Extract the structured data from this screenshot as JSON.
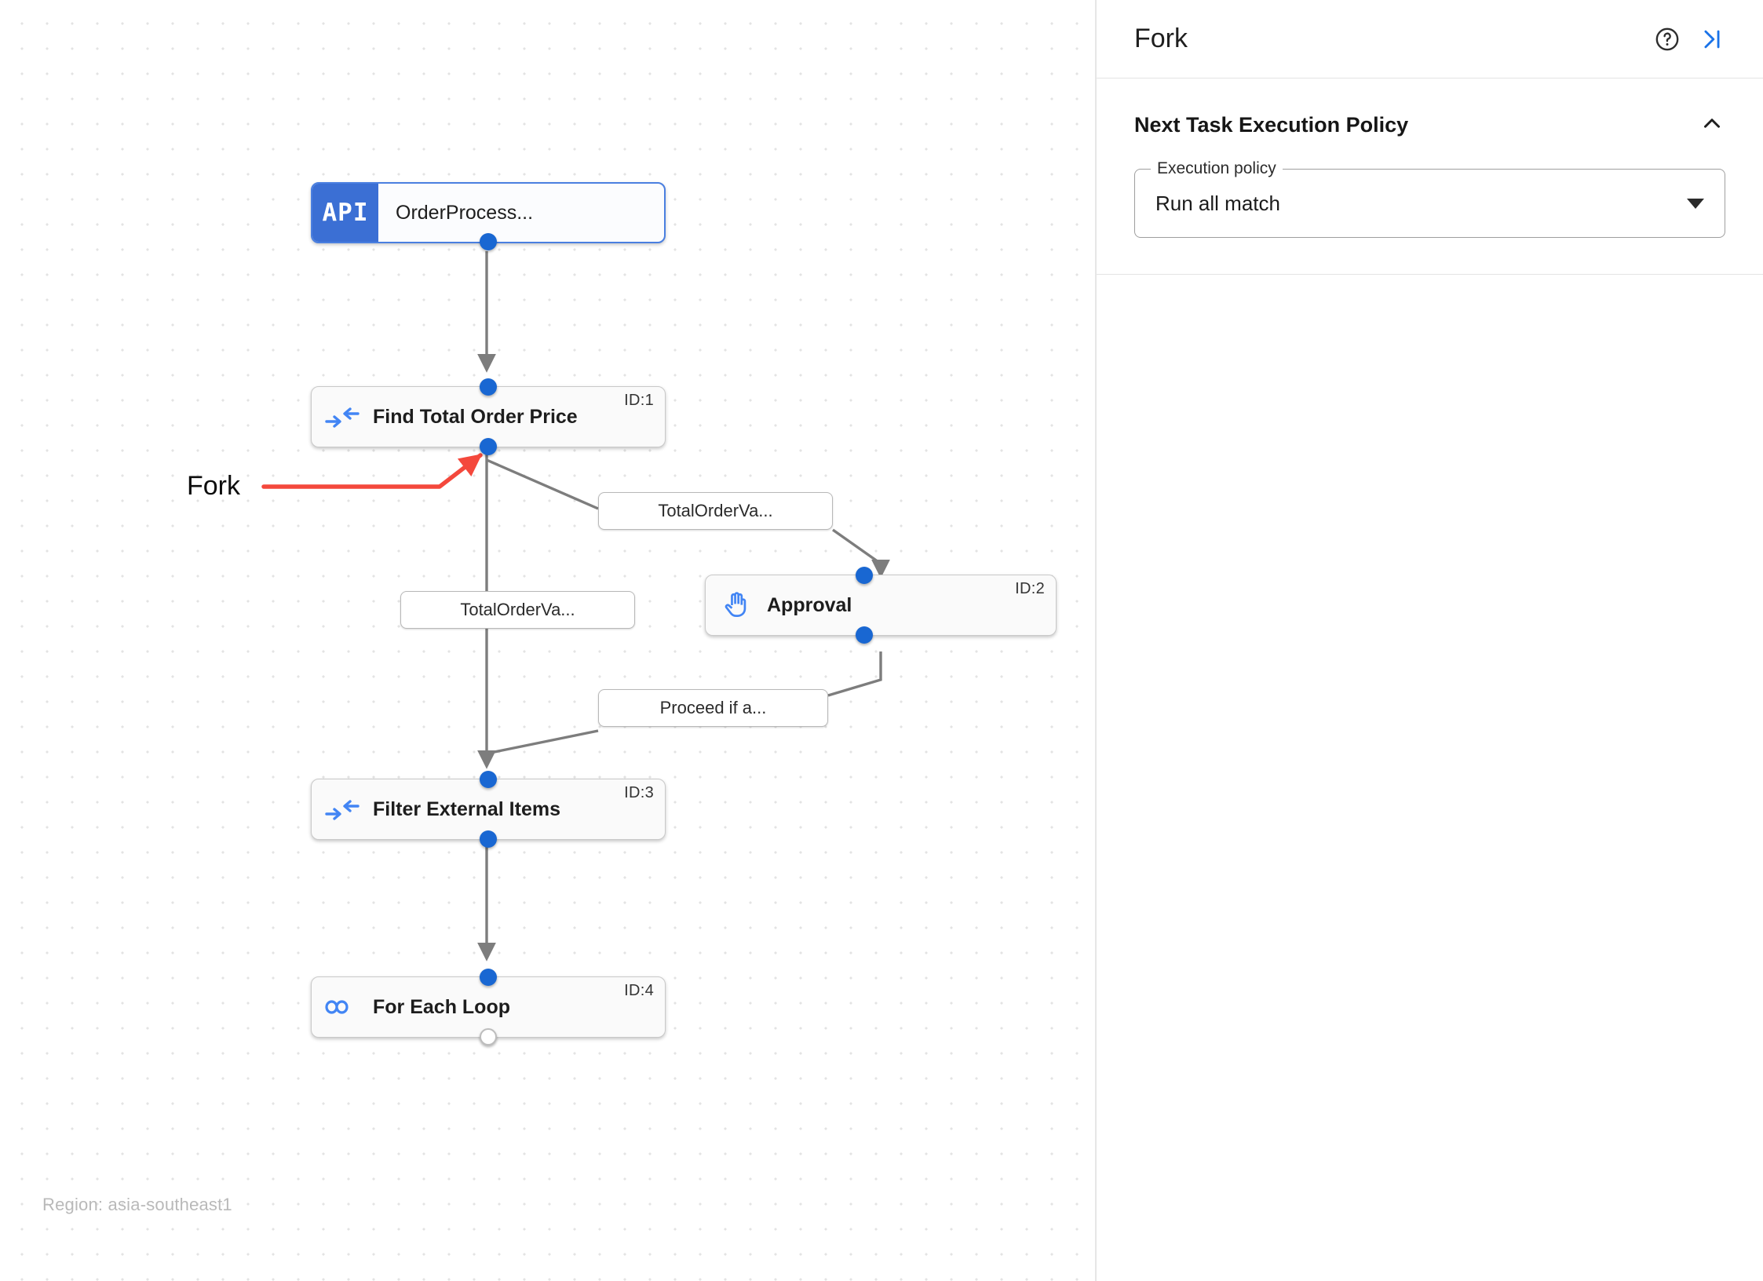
{
  "canvas": {
    "region_label": "Region: asia-southeast1",
    "annotation": {
      "label": "Fork",
      "color": "#f4483c"
    },
    "nodes": [
      {
        "key": "order_process",
        "type": "api",
        "badge": "API",
        "label": "OrderProcess...",
        "id_label": "",
        "icon": "api-badge-icon",
        "selected": true
      },
      {
        "key": "find_total",
        "type": "task",
        "label": "Find Total Order Price",
        "id_label": "ID:1",
        "icon": "merge-arrows-icon",
        "selected": false
      },
      {
        "key": "approval",
        "type": "task",
        "label": "Approval",
        "id_label": "ID:2",
        "icon": "raised-hand-icon",
        "selected": false
      },
      {
        "key": "filter_items",
        "type": "task",
        "label": "Filter External Items",
        "id_label": "ID:3",
        "icon": "merge-arrows-icon",
        "selected": false
      },
      {
        "key": "for_each",
        "type": "task",
        "label": "For Each Loop",
        "id_label": "ID:4",
        "icon": "infinity-icon",
        "selected": false
      }
    ],
    "edge_labels": [
      {
        "key": "fork_to_approval",
        "text": "TotalOrderVa..."
      },
      {
        "key": "fork_to_filter",
        "text": "TotalOrderVa..."
      },
      {
        "key": "approval_to_filter",
        "text": "Proceed if a..."
      }
    ]
  },
  "panel": {
    "title": "Fork",
    "help_icon": "help-circle-icon",
    "collapse_icon": "collapse-panel-icon",
    "accent": "#1a73e8",
    "section": {
      "title": "Next Task Execution Policy",
      "collapse_icon": "chevron-up-icon",
      "field": {
        "legend": "Execution policy",
        "value": "Run all match",
        "caret_icon": "caret-down-icon"
      }
    }
  }
}
